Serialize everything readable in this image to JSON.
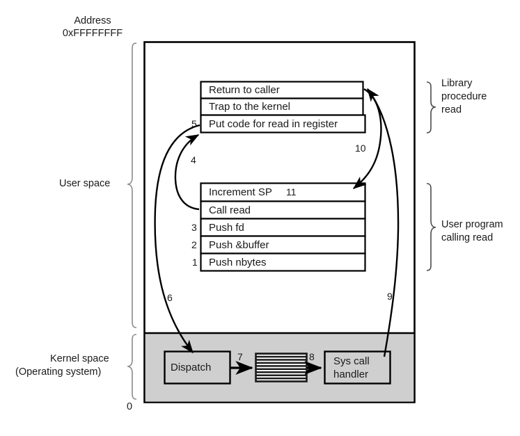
{
  "figure": {
    "title_address": "Address",
    "address_value": "0xFFFFFFFF",
    "zero_label": "0",
    "regions": {
      "user_space": "User space",
      "kernel_space_line1": "Kernel space",
      "kernel_space_line2": "(Operating system)"
    },
    "right_braces": {
      "library": "Library\nprocedure\nread",
      "library_l1": "Library",
      "library_l2": "procedure",
      "library_l3": "read",
      "user_program_l1": "User program",
      "user_program_l2": "calling read"
    }
  },
  "library_procedure": {
    "rows": [
      {
        "label": "Return to caller",
        "step": ""
      },
      {
        "label": "Trap to the kernel",
        "step": ""
      },
      {
        "label": "Put code for read in register",
        "step": "5"
      }
    ]
  },
  "user_program": {
    "rows": [
      {
        "label": "Increment SP",
        "step": "11"
      },
      {
        "label": "Call read",
        "step": ""
      },
      {
        "label": "Push fd",
        "step": "3"
      },
      {
        "label": "Push &buffer",
        "step": "2"
      },
      {
        "label": "Push nbytes",
        "step": "1"
      }
    ]
  },
  "kernel": {
    "dispatch_label": "Dispatch",
    "table_label": "",
    "handler_l1": "Sys call",
    "handler_l2": "handler",
    "fill_color": "#cfcfcf"
  },
  "steps": {
    "s1": "1",
    "s2": "2",
    "s3": "3",
    "s4": "4",
    "s5": "5",
    "s6": "6",
    "s7": "7",
    "s8": "8",
    "s9": "9",
    "s10": "10",
    "s11": "11"
  },
  "colors": {
    "stroke": "#000000",
    "kernel_fill": "#cfcfcf",
    "brace": "#8a8a8a",
    "text": "#1a1a1a"
  }
}
